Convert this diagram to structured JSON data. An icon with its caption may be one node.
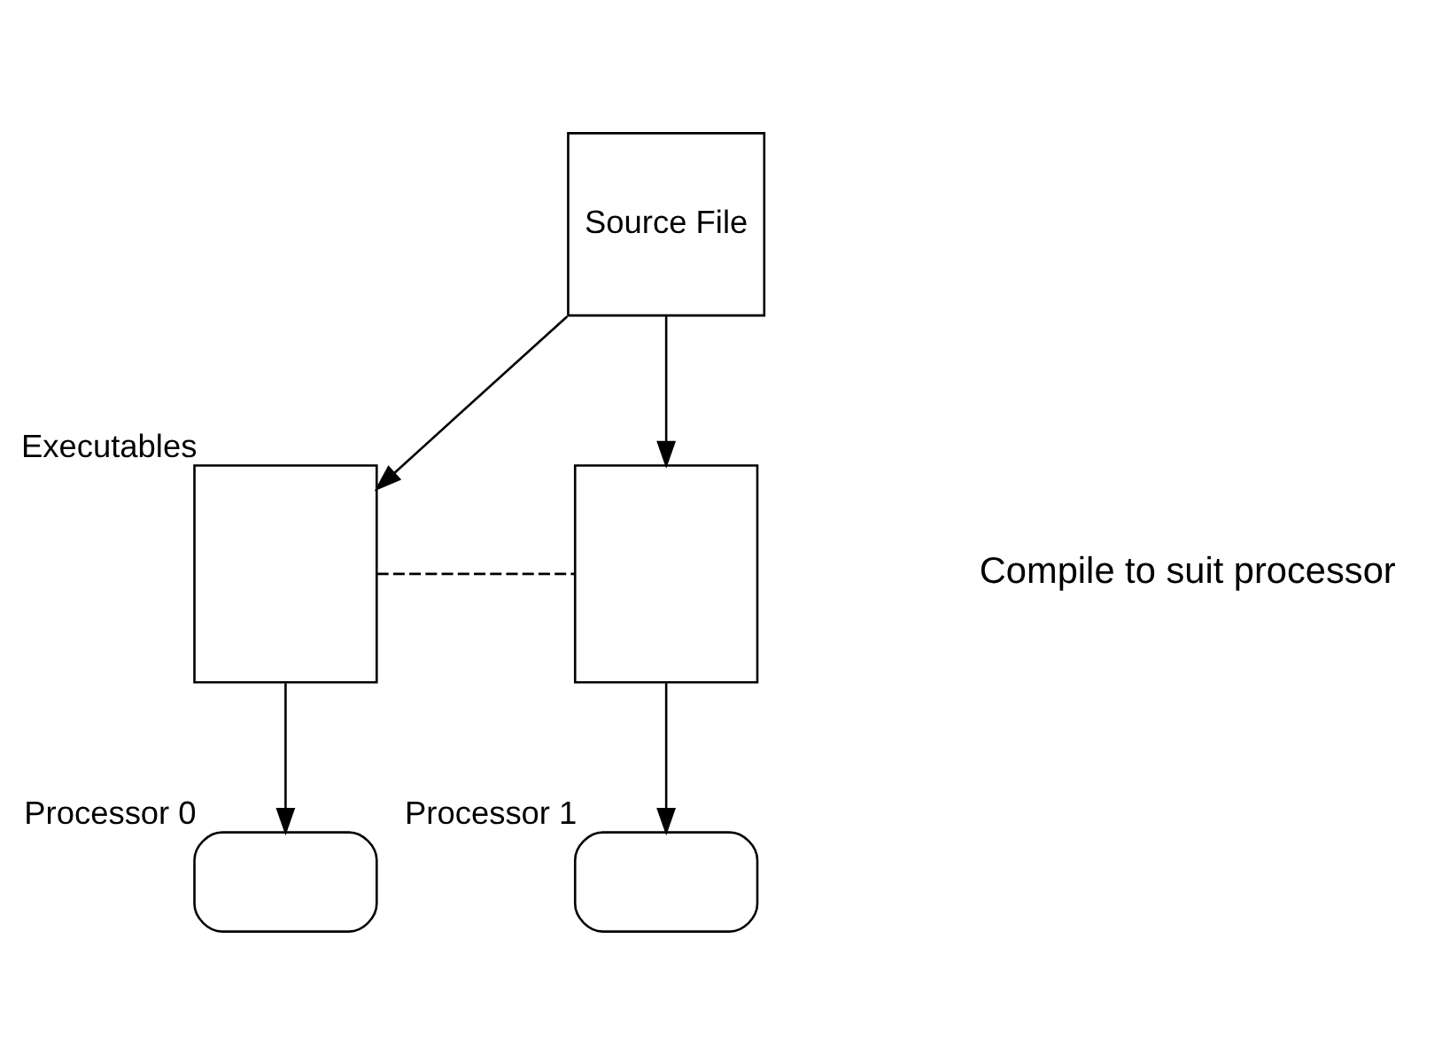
{
  "diagram": {
    "nodes": [
      {
        "text": [
          "Source File"
        ]
      },
      {
        "text": [],
        "shape": "box",
        "beside": [
          "Executables"
        ]
      },
      {
        "text": [],
        "shape": "box"
      },
      {
        "text": [],
        "shape": "box",
        "beside": [
          "Processor 0"
        ]
      },
      {
        "text": [],
        "shape": "box",
        "beside": [
          "Processor 1"
        ]
      }
    ],
    "edges": [
      {
        "from": 0,
        "to": 1,
        "arrow": "to"
      },
      {
        "from": 0,
        "to": 2,
        "arrow": "to"
      },
      {
        "from": 1,
        "to": 2,
        "arrow": "none",
        "style": "dashed"
      },
      {
        "from": 1,
        "to": 3,
        "arrow": "to"
      },
      {
        "from": 2,
        "to": 4,
        "arrow": "to"
      }
    ],
    "labels": [
      "Compile to suit processor"
    ]
  }
}
